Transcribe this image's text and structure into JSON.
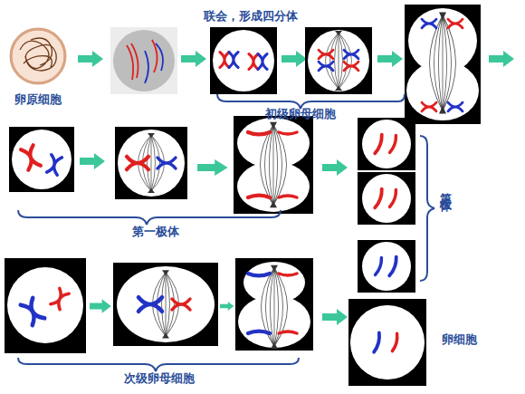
{
  "diagram": {
    "nodes": [
      {
        "text": [
          "卵原细胞"
        ]
      },
      {
        "text": [
          "卵细胞"
        ]
      }
    ],
    "labels": [
      "联会，形成四分体",
      "初级卵母细胞",
      "第一极体",
      "第二极体",
      "次级卵母细胞"
    ]
  }
}
